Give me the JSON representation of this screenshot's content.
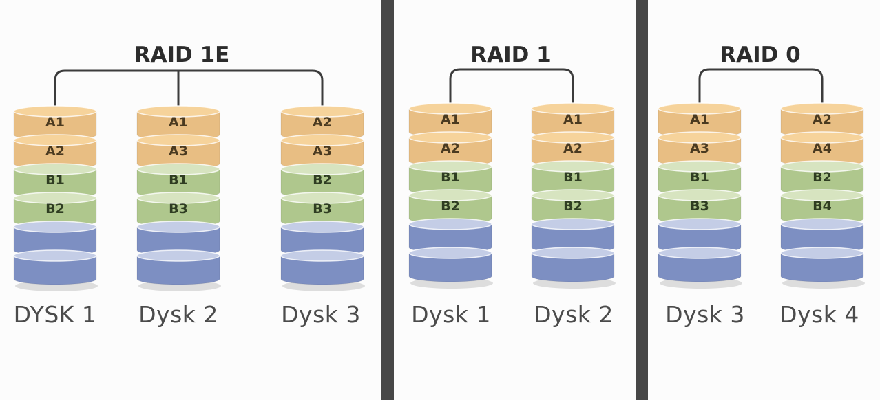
{
  "colors": {
    "orange_top": "#f6d39b",
    "orange_body": "#e8be83",
    "green_top": "#d7e4c0",
    "green_body": "#afc78d",
    "blue_top": "#c4cde6",
    "blue_body": "#7d8fc2",
    "divider": "#474747",
    "line": "#3c3c3c"
  },
  "panels": [
    {
      "title": "RAID 1E",
      "disks": [
        {
          "label": "DYSK 1",
          "blocks": [
            "A1",
            "A2",
            "B1",
            "B2",
            "",
            ""
          ]
        },
        {
          "label": "Dysk 2",
          "blocks": [
            "A1",
            "A3",
            "B1",
            "B3",
            "",
            ""
          ]
        },
        {
          "label": "Dysk 3",
          "blocks": [
            "A2",
            "A3",
            "B2",
            "B3",
            "",
            ""
          ]
        }
      ]
    },
    {
      "title": "RAID 1",
      "disks": [
        {
          "label": "Dysk 1",
          "blocks": [
            "A1",
            "A2",
            "B1",
            "B2",
            "",
            ""
          ]
        },
        {
          "label": "Dysk 2",
          "blocks": [
            "A1",
            "A2",
            "B1",
            "B2",
            "",
            ""
          ]
        }
      ]
    },
    {
      "title": "RAID 0",
      "disks": [
        {
          "label": "Dysk 3",
          "blocks": [
            "A1",
            "A3",
            "B1",
            "B3",
            "",
            ""
          ]
        },
        {
          "label": "Dysk 4",
          "blocks": [
            "A2",
            "A4",
            "B2",
            "B4",
            "",
            ""
          ]
        }
      ]
    }
  ]
}
